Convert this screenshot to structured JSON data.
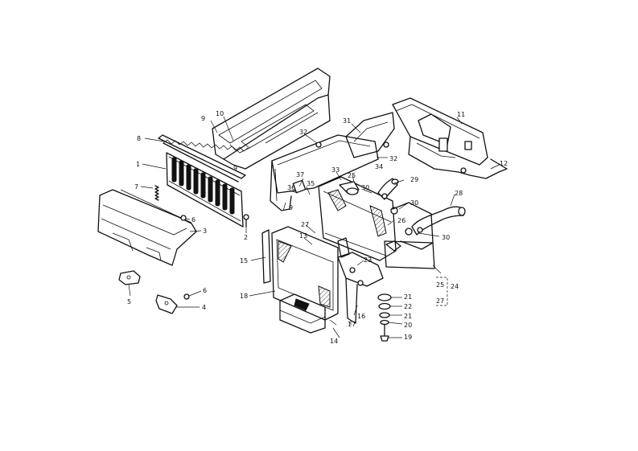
{
  "callouts": [
    {
      "id": "c8",
      "text": "8"
    },
    {
      "id": "c9a",
      "text": "9"
    },
    {
      "id": "c10",
      "text": "10"
    },
    {
      "id": "c1",
      "text": "1"
    },
    {
      "id": "c9b",
      "text": "9"
    },
    {
      "id": "c6a",
      "text": "6"
    },
    {
      "id": "c3",
      "text": "3"
    },
    {
      "id": "c2",
      "text": "2"
    },
    {
      "id": "c5",
      "text": "5"
    },
    {
      "id": "c6b",
      "text": "6"
    },
    {
      "id": "c4",
      "text": "4"
    },
    {
      "id": "c32a",
      "text": "32"
    },
    {
      "id": "c31",
      "text": "31"
    },
    {
      "id": "c11",
      "text": "11"
    },
    {
      "id": "c32b",
      "text": "32"
    },
    {
      "id": "c34",
      "text": "34"
    },
    {
      "id": "c12",
      "text": "12"
    },
    {
      "id": "c33",
      "text": "33"
    },
    {
      "id": "c37",
      "text": "37"
    },
    {
      "id": "c36",
      "text": "36"
    },
    {
      "id": "c35",
      "text": "35"
    },
    {
      "id": "c25a",
      "text": "25"
    },
    {
      "id": "c30a",
      "text": "30"
    },
    {
      "id": "c29",
      "text": "29"
    },
    {
      "id": "c28",
      "text": "28"
    },
    {
      "id": "c30b",
      "text": "30"
    },
    {
      "id": "c30c",
      "text": "30"
    },
    {
      "id": "c26",
      "text": "26"
    },
    {
      "id": "c9c",
      "text": "9"
    },
    {
      "id": "c27a",
      "text": "27"
    },
    {
      "id": "c13",
      "text": "13"
    },
    {
      "id": "c15",
      "text": "15"
    },
    {
      "id": "c23",
      "text": "23"
    },
    {
      "id": "c18",
      "text": "18"
    },
    {
      "id": "c25b",
      "text": "25"
    },
    {
      "id": "c24",
      "text": "24"
    },
    {
      "id": "c27b",
      "text": "27"
    },
    {
      "id": "c21a",
      "text": "21"
    },
    {
      "id": "c22",
      "text": "22"
    },
    {
      "id": "c21b",
      "text": "21"
    },
    {
      "id": "c20",
      "text": "20"
    },
    {
      "id": "c19",
      "text": "19"
    },
    {
      "id": "c17",
      "text": "17"
    },
    {
      "id": "c16",
      "text": "16"
    },
    {
      "id": "c14",
      "text": "14"
    }
  ]
}
